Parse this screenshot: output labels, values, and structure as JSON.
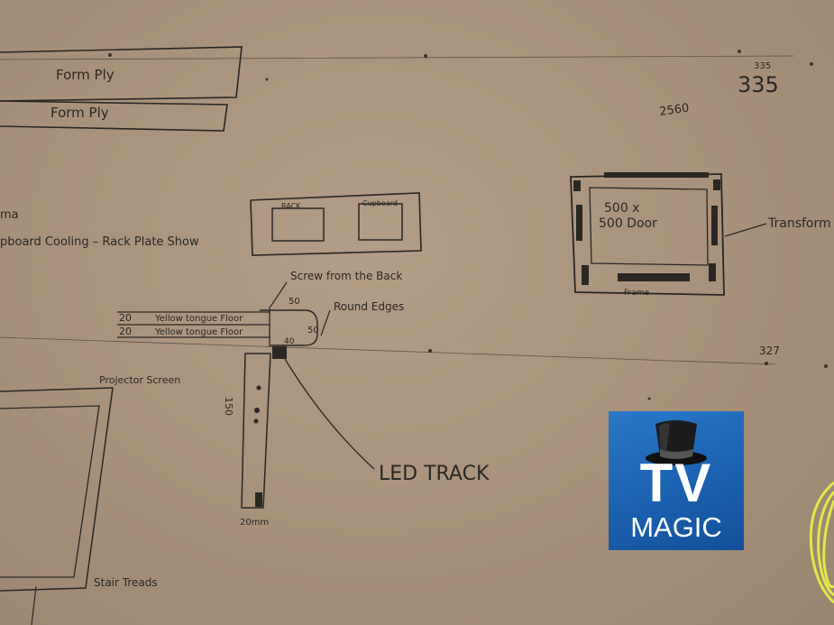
{
  "labels": {
    "form_ply_1": "Form Ply",
    "form_ply_2": "Form Ply",
    "dim_335_small": "335",
    "dim_335_large": "335",
    "dim_2560": "2560",
    "dim_327": "327",
    "left_ma": "ma",
    "cooling_line": "pboard Cooling – Rack Plate Show",
    "rack": "RACK",
    "cupboard": "Cupboard",
    "door": "500 x\n500 Door",
    "frame": "Frame",
    "transformer": "Transform",
    "screw_note": "Screw from the Back",
    "round_edges": "Round Edges",
    "dim_50_top": "50",
    "dim_50_side": "50",
    "dim_40": "40",
    "floor_1_dim": "20",
    "floor_1_text": "Yellow tongue Floor",
    "floor_2_dim": "20",
    "floor_2_text": "Yellow tongue Floor",
    "dim_150": "150",
    "dim_20mm": "20mm",
    "led_track": "LED TRACK",
    "projector_screen": "Projector Screen",
    "stair_treads": "Stair Treads"
  },
  "logo": {
    "line1": "TV",
    "line2": "MAGIC",
    "icon": "top-hat-icon",
    "color": "#1a5fae"
  },
  "colors": {
    "board": "#a9927a",
    "ink": "#2b2723",
    "cable": "#e2e84a"
  }
}
